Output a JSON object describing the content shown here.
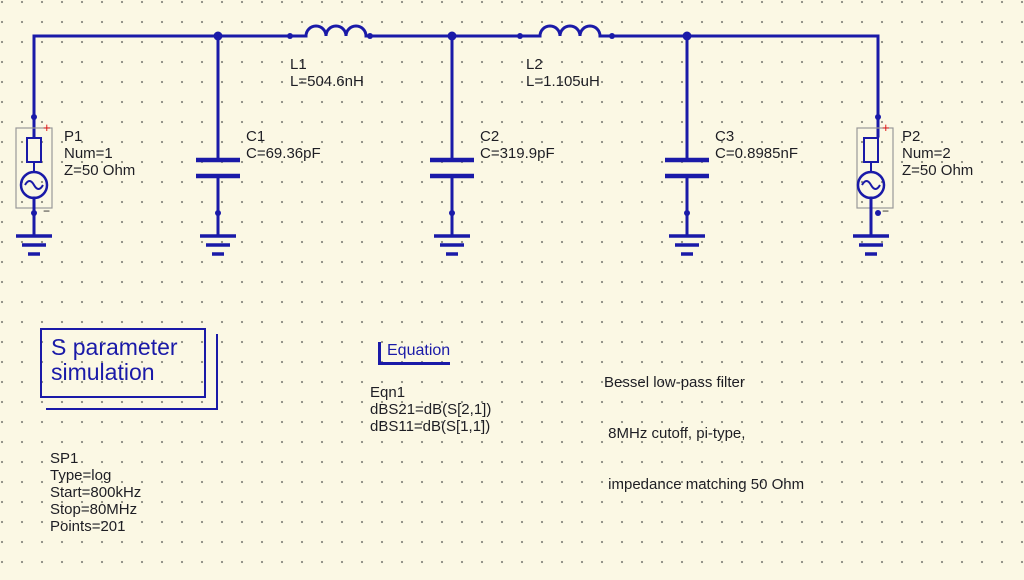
{
  "components": {
    "P1": {
      "name": "P1",
      "num": "Num=1",
      "z": "Z=50 Ohm"
    },
    "P2": {
      "name": "P2",
      "num": "Num=2",
      "z": "Z=50 Ohm"
    },
    "L1": {
      "name": "L1",
      "value": "L=504.6nH"
    },
    "L2": {
      "name": "L2",
      "value": "L=1.105uH"
    },
    "C1": {
      "name": "C1",
      "value": "C=69.36pF"
    },
    "C2": {
      "name": "C2",
      "value": "C=319.9pF"
    },
    "C3": {
      "name": "C3",
      "value": "C=0.8985nF"
    }
  },
  "simulation": {
    "box_line1": "S parameter",
    "box_line2": "simulation",
    "name": "SP1",
    "type": "Type=log",
    "start": "Start=800kHz",
    "stop": "Stop=80MHz",
    "points": "Points=201"
  },
  "equation": {
    "box_label": "Equation",
    "name": "Eqn1",
    "eq1": "dBS21=dB(S[2,1])",
    "eq2": "dBS11=dB(S[1,1])"
  },
  "note": {
    "line1": "Bessel low-pass filter",
    "line2": " 8MHz cutoff, pi-type,",
    "line3": " impedance matching 50 Ohm"
  },
  "port_signs": {
    "plus": "+",
    "minus": "−"
  },
  "colors": {
    "wire": "#1a1aa8",
    "background": "#fbf8e4",
    "plus": "#e01010"
  }
}
